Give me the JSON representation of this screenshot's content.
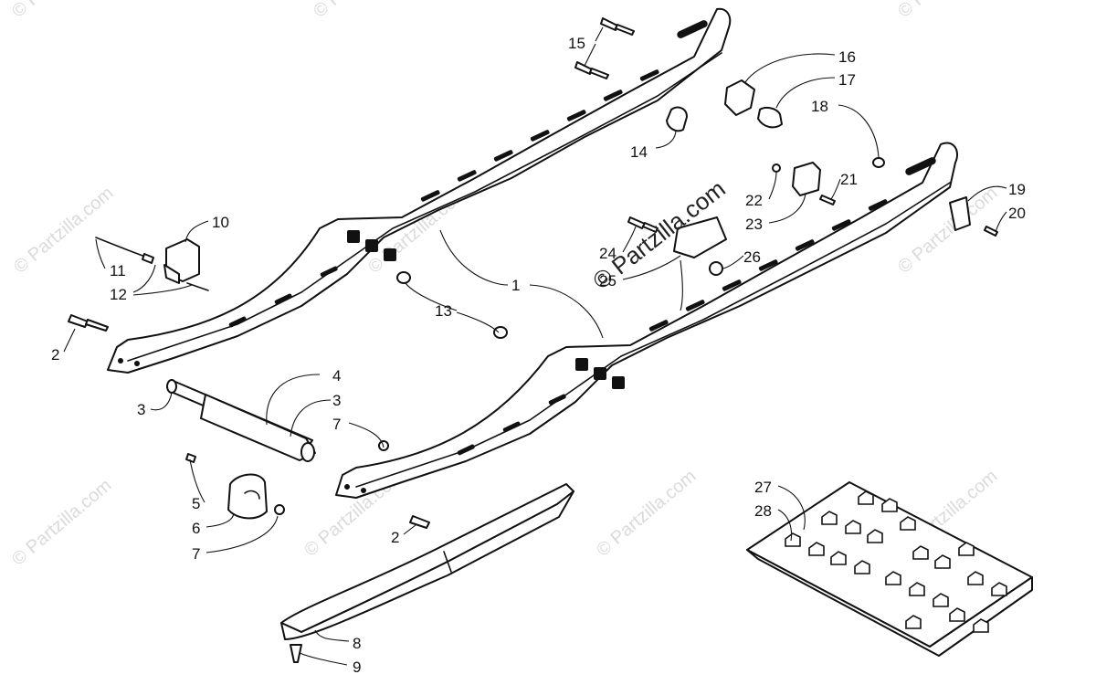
{
  "callouts": [
    {
      "n": "1"
    },
    {
      "n": "2"
    },
    {
      "n": "2"
    },
    {
      "n": "3"
    },
    {
      "n": "3"
    },
    {
      "n": "4"
    },
    {
      "n": "5"
    },
    {
      "n": "6"
    },
    {
      "n": "7"
    },
    {
      "n": "7"
    },
    {
      "n": "8"
    },
    {
      "n": "9"
    },
    {
      "n": "10"
    },
    {
      "n": "11"
    },
    {
      "n": "12"
    },
    {
      "n": "13"
    },
    {
      "n": "14"
    },
    {
      "n": "15"
    },
    {
      "n": "16"
    },
    {
      "n": "17"
    },
    {
      "n": "18"
    },
    {
      "n": "19"
    },
    {
      "n": "20"
    },
    {
      "n": "21"
    },
    {
      "n": "22"
    },
    {
      "n": "23"
    },
    {
      "n": "24"
    },
    {
      "n": "25"
    },
    {
      "n": "26"
    },
    {
      "n": "27"
    },
    {
      "n": "28"
    }
  ],
  "watermark": {
    "main": "© Partzilla.com",
    "repeat": "© Partzilla.com"
  }
}
